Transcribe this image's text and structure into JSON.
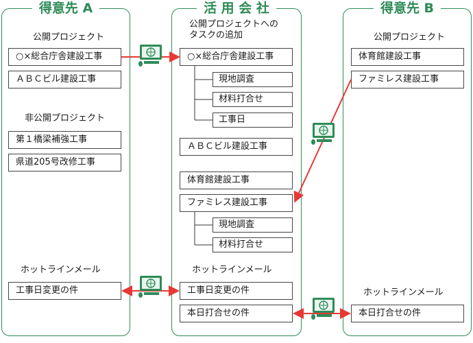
{
  "client_a": {
    "title": "得意先 A",
    "public_heading": "公開プロジェクト",
    "public_projects": [
      "○×総合庁舎建設工事",
      "ＡＢＣビル建設工事"
    ],
    "private_heading": "非公開プロジェクト",
    "private_projects": [
      "第１橋梁補強工事",
      "県道205号改修工事"
    ],
    "hotline_heading": "ホットラインメール",
    "hotline_items": [
      "工事日変更の件"
    ]
  },
  "company": {
    "title": "活 用 会 社",
    "heading": "公開プロジェクトへの\nタスクの追加",
    "project_1": "○×総合庁舎建設工事",
    "project_1_tasks": [
      "現地調査",
      "材料打合せ",
      "工事日"
    ],
    "project_2": "ＡＢＣビル建設工事",
    "project_3": "体育館建設工事",
    "project_4": "ファミレス建設工事",
    "project_4_tasks": [
      "現地調査",
      "材料打合せ"
    ],
    "hotline_heading": "ホットラインメール",
    "hotline_items": [
      "工事日変更の件",
      "本日打合せの件"
    ]
  },
  "client_b": {
    "title": "得意先 B",
    "public_heading": "公開プロジェクト",
    "public_projects": [
      "体育館建設工事",
      "ファミレス建設工事"
    ],
    "hotline_heading": "ホットラインメール",
    "hotline_items": [
      "本日打合せの件"
    ]
  },
  "colors": {
    "panel_border": "#2e8b57",
    "title_text": "#2e8b57",
    "arrow": "#e53935",
    "pc_body": "#2e8b57"
  },
  "icons": [
    "computer-icon",
    "globe-icon",
    "arrow-icon"
  ]
}
